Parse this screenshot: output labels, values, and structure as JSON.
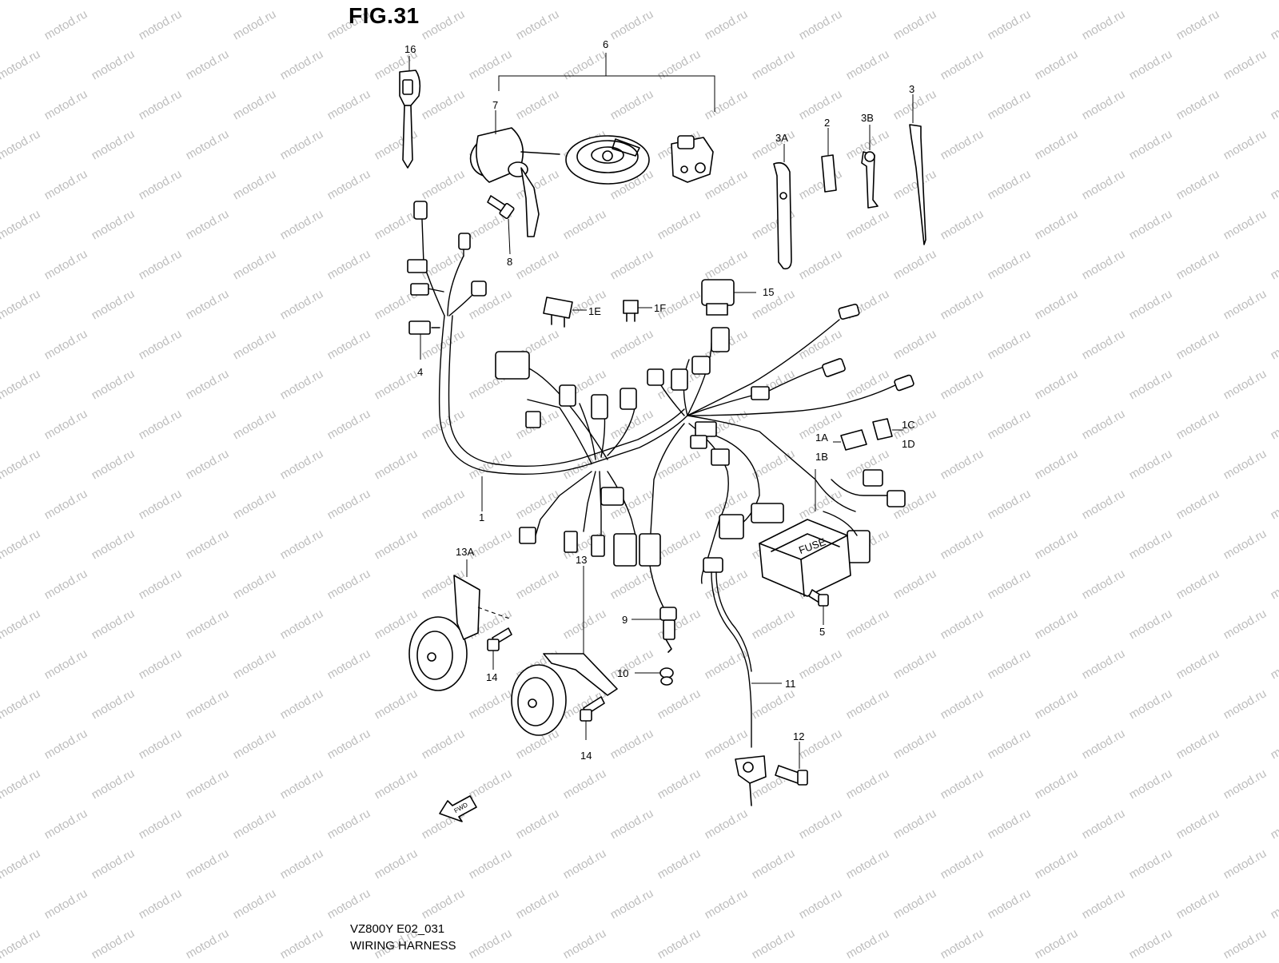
{
  "figure": {
    "title": "FIG.31",
    "code": "VZ800Y E02_031",
    "name": "WIRING HARNESS",
    "watermark": "motod.ru",
    "fwd_label": "FWD",
    "fuse_box_label": "FUSE"
  },
  "callouts": {
    "c1": "1",
    "c1A": "1A",
    "c1B": "1B",
    "c1C": "1C",
    "c1D": "1D",
    "c1E": "1E",
    "c1F": "1F",
    "c2": "2",
    "c3": "3",
    "c3A": "3A",
    "c3B": "3B",
    "c4": "4",
    "c5": "5",
    "c6": "6",
    "c7": "7",
    "c8": "8",
    "c9": "9",
    "c10": "10",
    "c11": "11",
    "c12": "12",
    "c13": "13",
    "c13A": "13A",
    "c14a": "14",
    "c14b": "14",
    "c15": "15",
    "c16": "16"
  },
  "colors": {
    "line": "#000000",
    "watermark": "#bdbdbd",
    "background": "#ffffff"
  }
}
